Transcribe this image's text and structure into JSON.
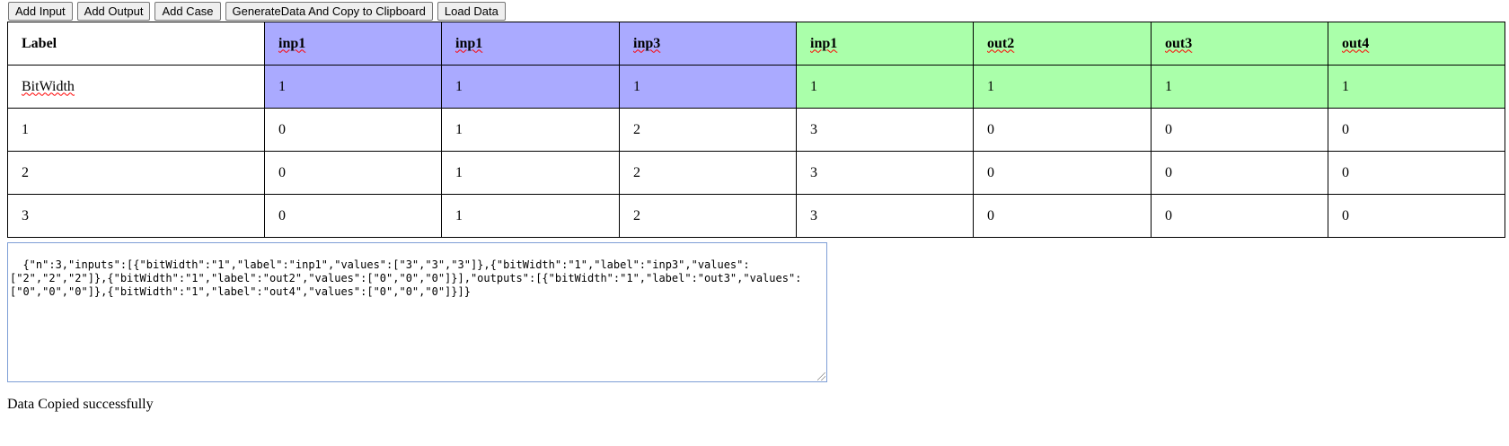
{
  "toolbar": {
    "add_input_label": "Add Input",
    "add_output_label": "Add Output",
    "add_case_label": "Add Case",
    "generate_label": "GenerateData And Copy to Clipboard",
    "load_label": "Load Data"
  },
  "table": {
    "label_header": "Label",
    "headers": [
      "inp1",
      "inp1",
      "inp3",
      "inp1",
      "out2",
      "out3",
      "out4"
    ],
    "bitwidth_label": "BitWidth",
    "bitwidths": [
      "1",
      "1",
      "1",
      "1",
      "1",
      "1",
      "1"
    ],
    "rows": [
      {
        "label": "1",
        "values": [
          "0",
          "1",
          "2",
          "3",
          "0",
          "0",
          "0"
        ]
      },
      {
        "label": "2",
        "values": [
          "0",
          "1",
          "2",
          "3",
          "0",
          "0",
          "0"
        ]
      },
      {
        "label": "3",
        "values": [
          "0",
          "1",
          "2",
          "3",
          "0",
          "0",
          "0"
        ]
      }
    ]
  },
  "colors": {
    "input_column_bg": "#aaaaff",
    "output_column_bg": "#aaffaa"
  },
  "data_text": "{\"n\":3,\"inputs\":[{\"bitWidth\":\"1\",\"label\":\"inp1\",\"values\":[\"3\",\"3\",\"3\"]},{\"bitWidth\":\"1\",\"label\":\"inp3\",\"values\":[\"2\",\"2\",\"2\"]},{\"bitWidth\":\"1\",\"label\":\"out2\",\"values\":[\"0\",\"0\",\"0\"]}],\"outputs\":[{\"bitWidth\":\"1\",\"label\":\"out3\",\"values\":[\"0\",\"0\",\"0\"]},{\"bitWidth\":\"1\",\"label\":\"out4\",\"values\":[\"0\",\"0\",\"0\"]}]}",
  "status_message": "Data Copied successfully"
}
